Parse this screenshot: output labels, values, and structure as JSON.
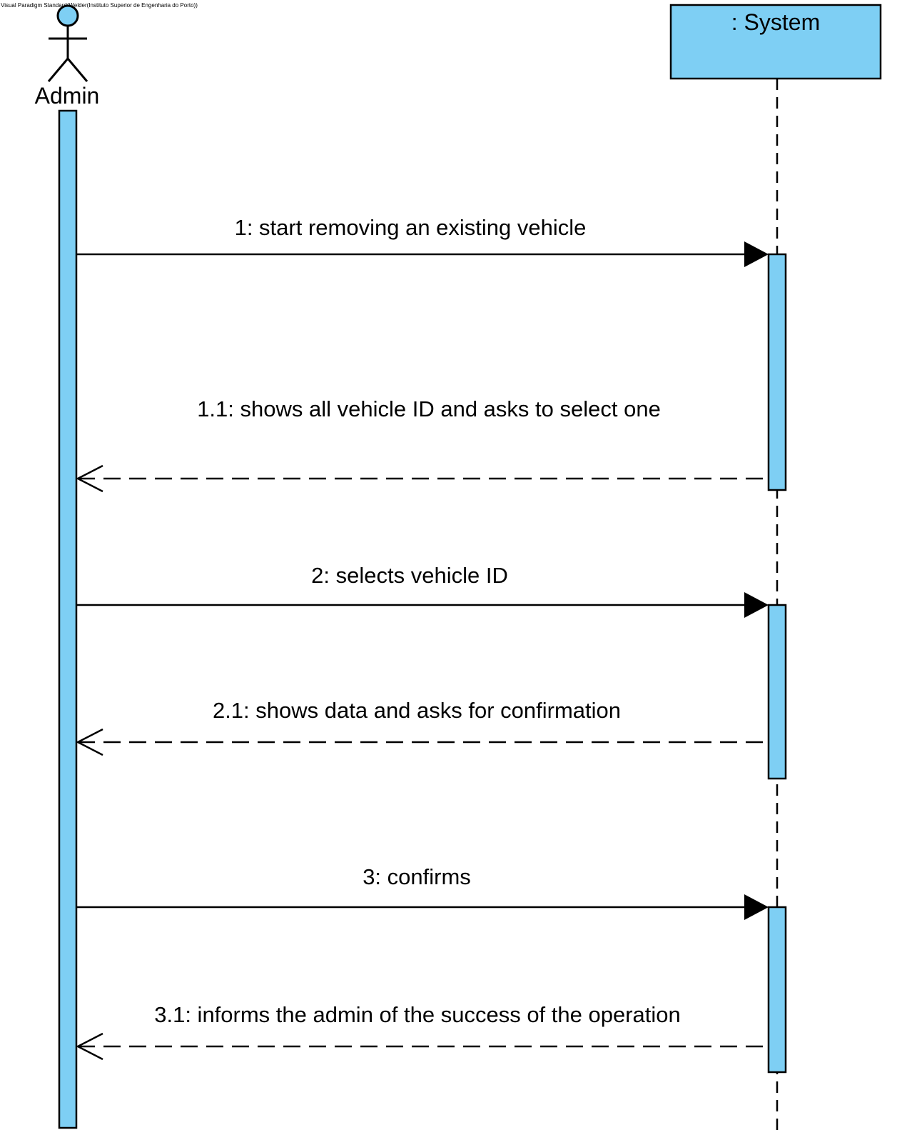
{
  "watermark": "Visual Paradigm Standard(Welder(Instituto Superior de Engenharia do Porto))",
  "colors": {
    "fill": "#7ECFF4",
    "stroke": "#000000",
    "background": "#FFFFFF"
  },
  "actor": {
    "name": "Admin"
  },
  "lifeline": {
    "name": ": System"
  },
  "messages": [
    {
      "id": "m1",
      "label": "1: start removing an existing vehicle",
      "kind": "synchronous",
      "direction": "to-system"
    },
    {
      "id": "m1_1",
      "label": "1.1: shows all vehicle ID and asks to select one",
      "kind": "return",
      "direction": "to-actor"
    },
    {
      "id": "m2",
      "label": "2: selects vehicle ID",
      "kind": "synchronous",
      "direction": "to-system"
    },
    {
      "id": "m2_1",
      "label": "2.1: shows data and asks for confirmation",
      "kind": "return",
      "direction": "to-actor"
    },
    {
      "id": "m3",
      "label": "3: confirms",
      "kind": "synchronous",
      "direction": "to-system"
    },
    {
      "id": "m3_1",
      "label": "3.1: informs the admin of the success of the operation",
      "kind": "return",
      "direction": "to-actor"
    }
  ]
}
